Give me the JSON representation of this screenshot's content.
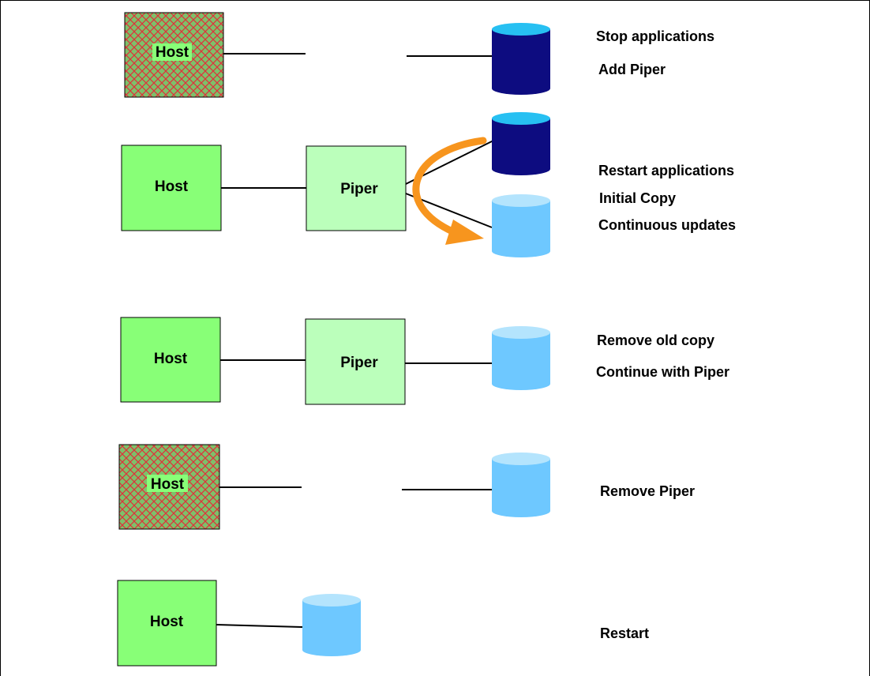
{
  "colors": {
    "host_active": "#88ff77",
    "host_stopped_fill": "#7ec06a",
    "host_stopped_hatch": "#e0303a",
    "piper_box": "#bbffbb",
    "disk_old_body": "#0d0c80",
    "disk_old_top": "#27c0f2",
    "disk_new_body": "#6ec8ff",
    "disk_new_top": "#b4e4fd",
    "arrow": "#f7951e",
    "line": "#000000"
  },
  "rows": [
    {
      "host_label": "Host",
      "host_state": "stopped",
      "steps": [
        "Stop applications",
        "Add Piper"
      ]
    },
    {
      "host_label": "Host",
      "piper_label": "Piper",
      "steps": [
        "Restart applications",
        "Initial Copy",
        "Continuous updates"
      ]
    },
    {
      "host_label": "Host",
      "piper_label": "Piper",
      "steps": [
        "Remove old copy",
        "Continue with Piper"
      ]
    },
    {
      "host_label": "Host",
      "host_state": "stopped",
      "steps": [
        "Remove Piper"
      ]
    },
    {
      "host_label": "Host",
      "steps": [
        "Restart"
      ]
    }
  ]
}
